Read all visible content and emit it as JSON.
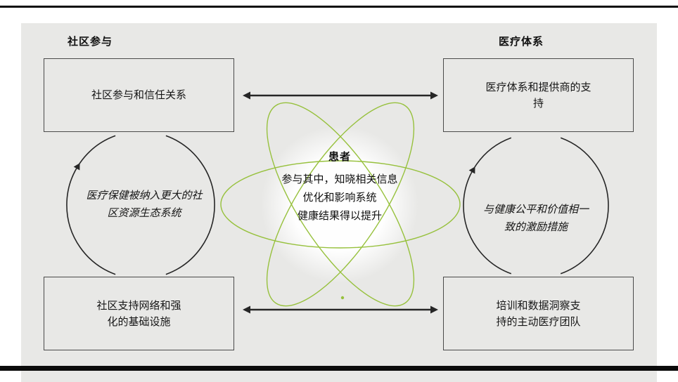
{
  "page": {
    "left_section_title": "社区参与",
    "right_section_title": "医疗体系"
  },
  "boxes": {
    "top_left": {
      "lines": [
        "社区参与和信任关系"
      ]
    },
    "top_right": {
      "lines": [
        "医疗体系和提供商的支",
        "持"
      ]
    },
    "bottom_left": {
      "lines": [
        "社区支持网络和强",
        "化的基础设施"
      ]
    },
    "bottom_right": {
      "lines": [
        "培训和数据洞察支",
        "持的主动医疗团队"
      ]
    }
  },
  "notes": {
    "left": {
      "lines": [
        "医疗保健被纳入更大的社",
        "区资源生态系统"
      ]
    },
    "right": {
      "lines": [
        "与健康公平和价值相一",
        "致的激励措施"
      ]
    }
  },
  "center": {
    "title": "患者",
    "lines": [
      "参与其中，知晓相关信息",
      "优化和影响系统",
      "健康结果得以提升"
    ]
  },
  "colors": {
    "accent_green": "#97c13d",
    "panel_gray": "#e8e8e6",
    "line_dark": "#262626"
  }
}
